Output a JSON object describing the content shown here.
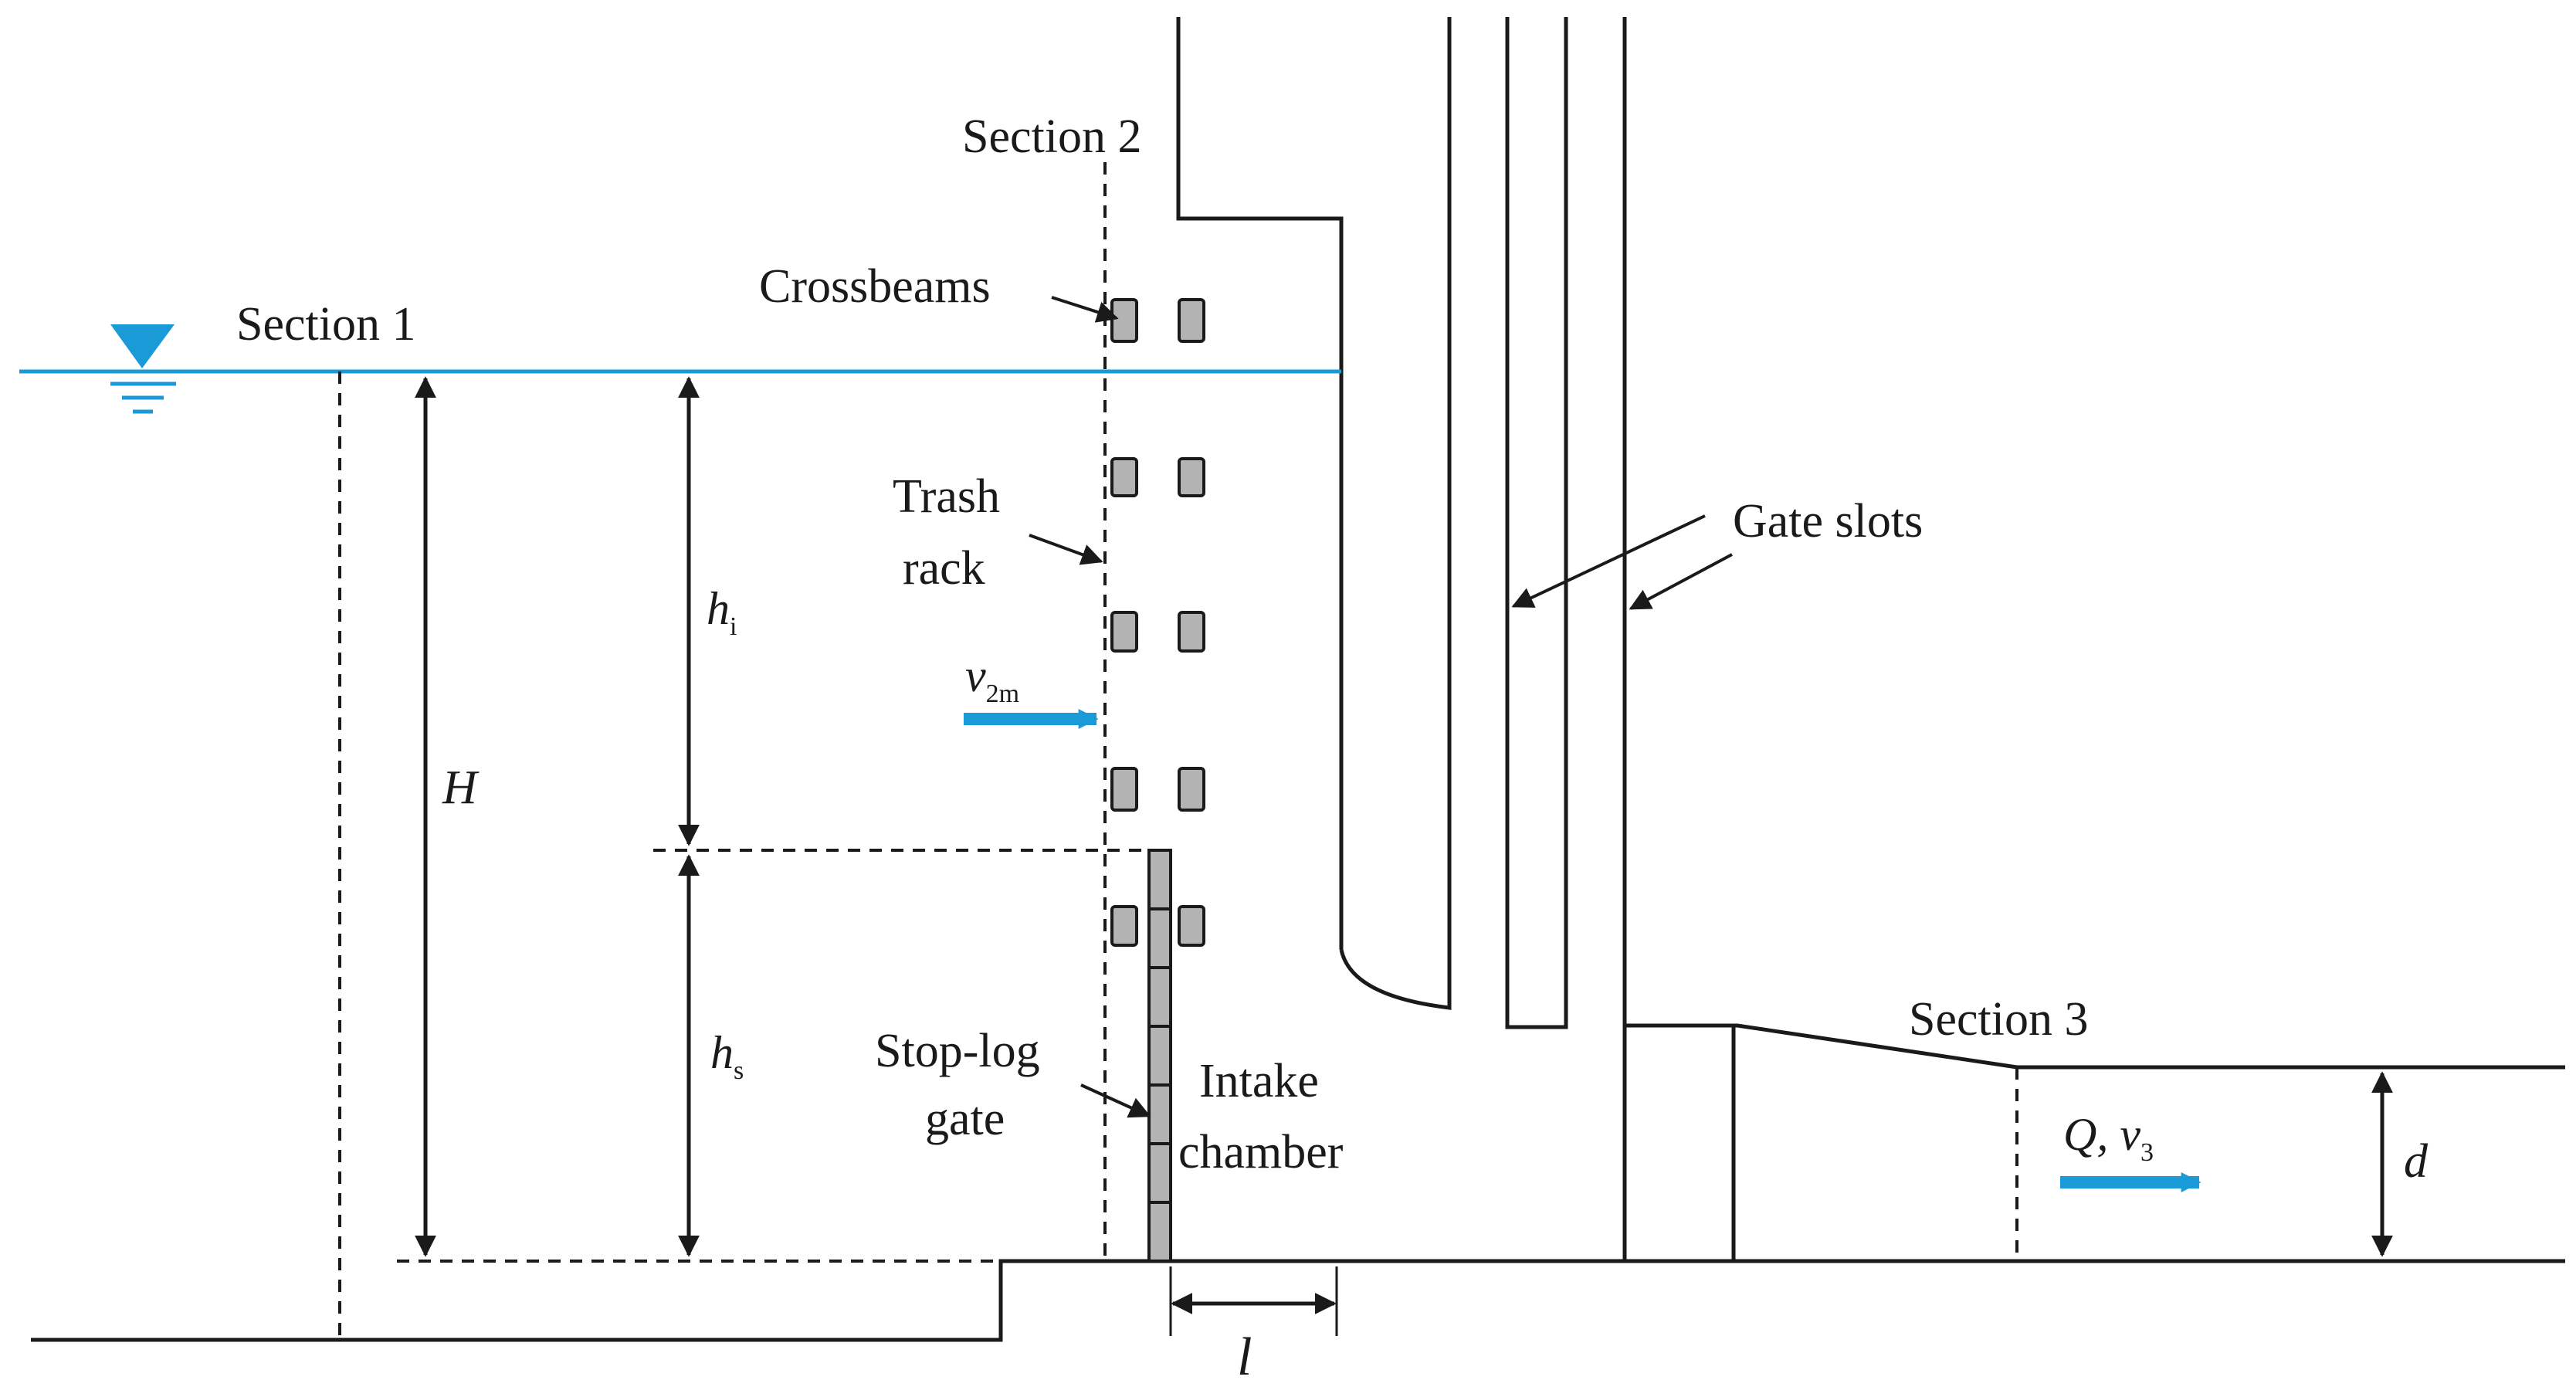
{
  "labels": {
    "section1": "Section 1",
    "section2": "Section 2",
    "section3": "Section 3",
    "crossbeams": "Crossbeams",
    "trash": "Trash",
    "rack": "rack",
    "gate_slots": "Gate slots",
    "stoplog": "Stop-log",
    "gate": "gate",
    "intake": "Intake",
    "chamber": "chamber"
  },
  "symbols": {
    "H": "H",
    "h": "h",
    "hi_sub": "i",
    "hs_sub": "s",
    "v": "v",
    "v2m_sub": "2m",
    "Q": "Q, v",
    "v3_sub": "3",
    "d": "d",
    "l": "l"
  },
  "colors": {
    "water": "#1a9ad6",
    "line": "#1a1a1a",
    "block_fill": "#b3b3b3"
  }
}
